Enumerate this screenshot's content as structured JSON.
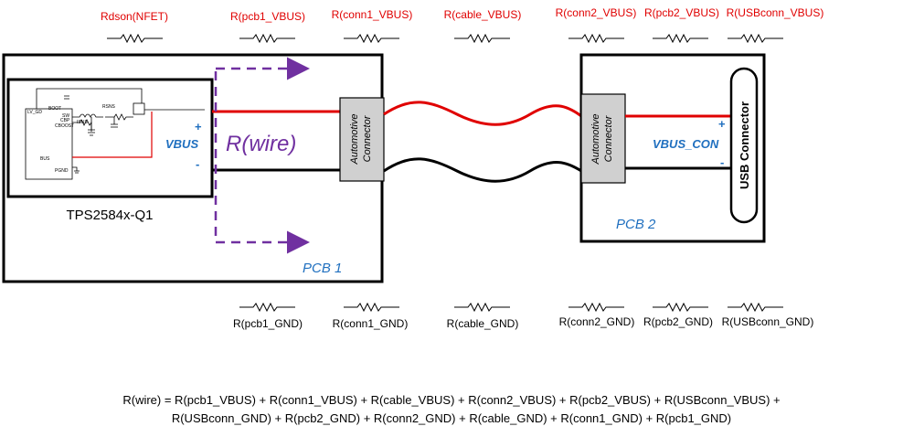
{
  "top_resistors": [
    {
      "label": "Rdson(NFET)"
    },
    {
      "label": "R(pcb1_VBUS)"
    },
    {
      "label": "R(conn1_VBUS)"
    },
    {
      "label": "R(cable_VBUS)"
    },
    {
      "label": "R(conn2_VBUS)"
    },
    {
      "label": "R(pcb2_VBUS)"
    },
    {
      "label": "R(USBconn_VBUS)"
    }
  ],
  "bottom_resistors": [
    {
      "label": "R(pcb1_GND)"
    },
    {
      "label": "R(conn1_GND)"
    },
    {
      "label": "R(cable_GND)"
    },
    {
      "label": "R(conn2_GND)"
    },
    {
      "label": "R(pcb2_GND)"
    },
    {
      "label": "R(USBconn_GND)"
    }
  ],
  "pcb1": {
    "label": "PCB 1",
    "chip_label": "TPS2584x-Q1",
    "vbus_label": "VBUS",
    "plus": "+",
    "minus": "-",
    "wire_label": "R(wire)",
    "connector_label_1": "Automotive",
    "connector_label_2": "Connector",
    "chip_pins": {
      "lv_gd": "LV_GD",
      "boot": "BOOT",
      "sw": "SW",
      "cbp": "CBP",
      "cnorm": "CBOOST",
      "bus": "BUS",
      "pgnd": "PGND",
      "isns": "ISNS",
      "rsns": "RSNS"
    }
  },
  "pcb2": {
    "label": "PCB 2",
    "vbus_label": "VBUS_CON",
    "plus": "+",
    "minus": "-",
    "usb_connector_label": "USB Connector",
    "connector_label_1": "Automotive",
    "connector_label_2": "Connector"
  },
  "formula": {
    "line1": "R(wire) = R(pcb1_VBUS) + R(conn1_VBUS) + R(cable_VBUS) + R(conn2_VBUS) + R(pcb2_VBUS) + R(USBconn_VBUS) +",
    "line2": "R(USBconn_GND) + R(pcb2_GND) + R(conn2_GND) + R(cable_GND) + R(conn1_GND) + R(pcb1_GND)"
  },
  "colors": {
    "vbus_wire": "#e00000",
    "gnd_wire": "#000000",
    "label_blue": "#1f6fbf",
    "arrow_purple": "#7030a0",
    "connector_fill": "#d0d0d0"
  }
}
